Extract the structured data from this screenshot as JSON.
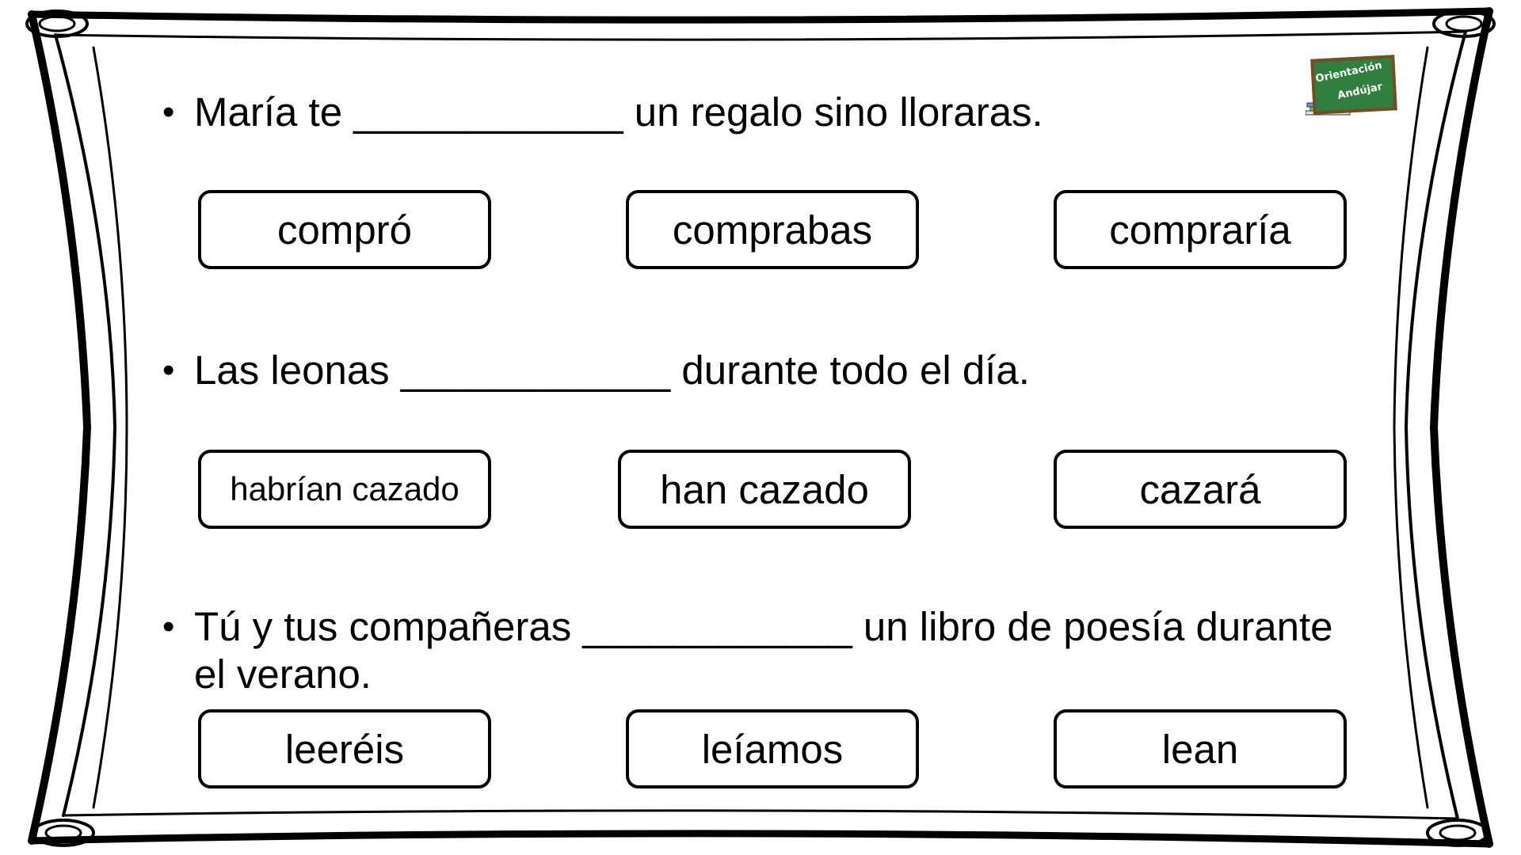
{
  "logo": {
    "line1": "Orientación",
    "line2": "Andújar"
  },
  "questions": [
    {
      "bullet": "•",
      "text": "María te ____________ un regalo sino lloraras.",
      "options": [
        "compró",
        "comprabas",
        "compraría"
      ]
    },
    {
      "bullet": "•",
      "text": "Las leonas ____________ durante todo el día.",
      "options": [
        "habrían cazado",
        "han cazado",
        "cazará"
      ]
    },
    {
      "bullet": "•",
      "text": "Tú y tus compañeras ____________ un libro de poesía durante el verano.",
      "options": [
        "leeréis",
        "leíamos",
        "lean"
      ]
    }
  ]
}
